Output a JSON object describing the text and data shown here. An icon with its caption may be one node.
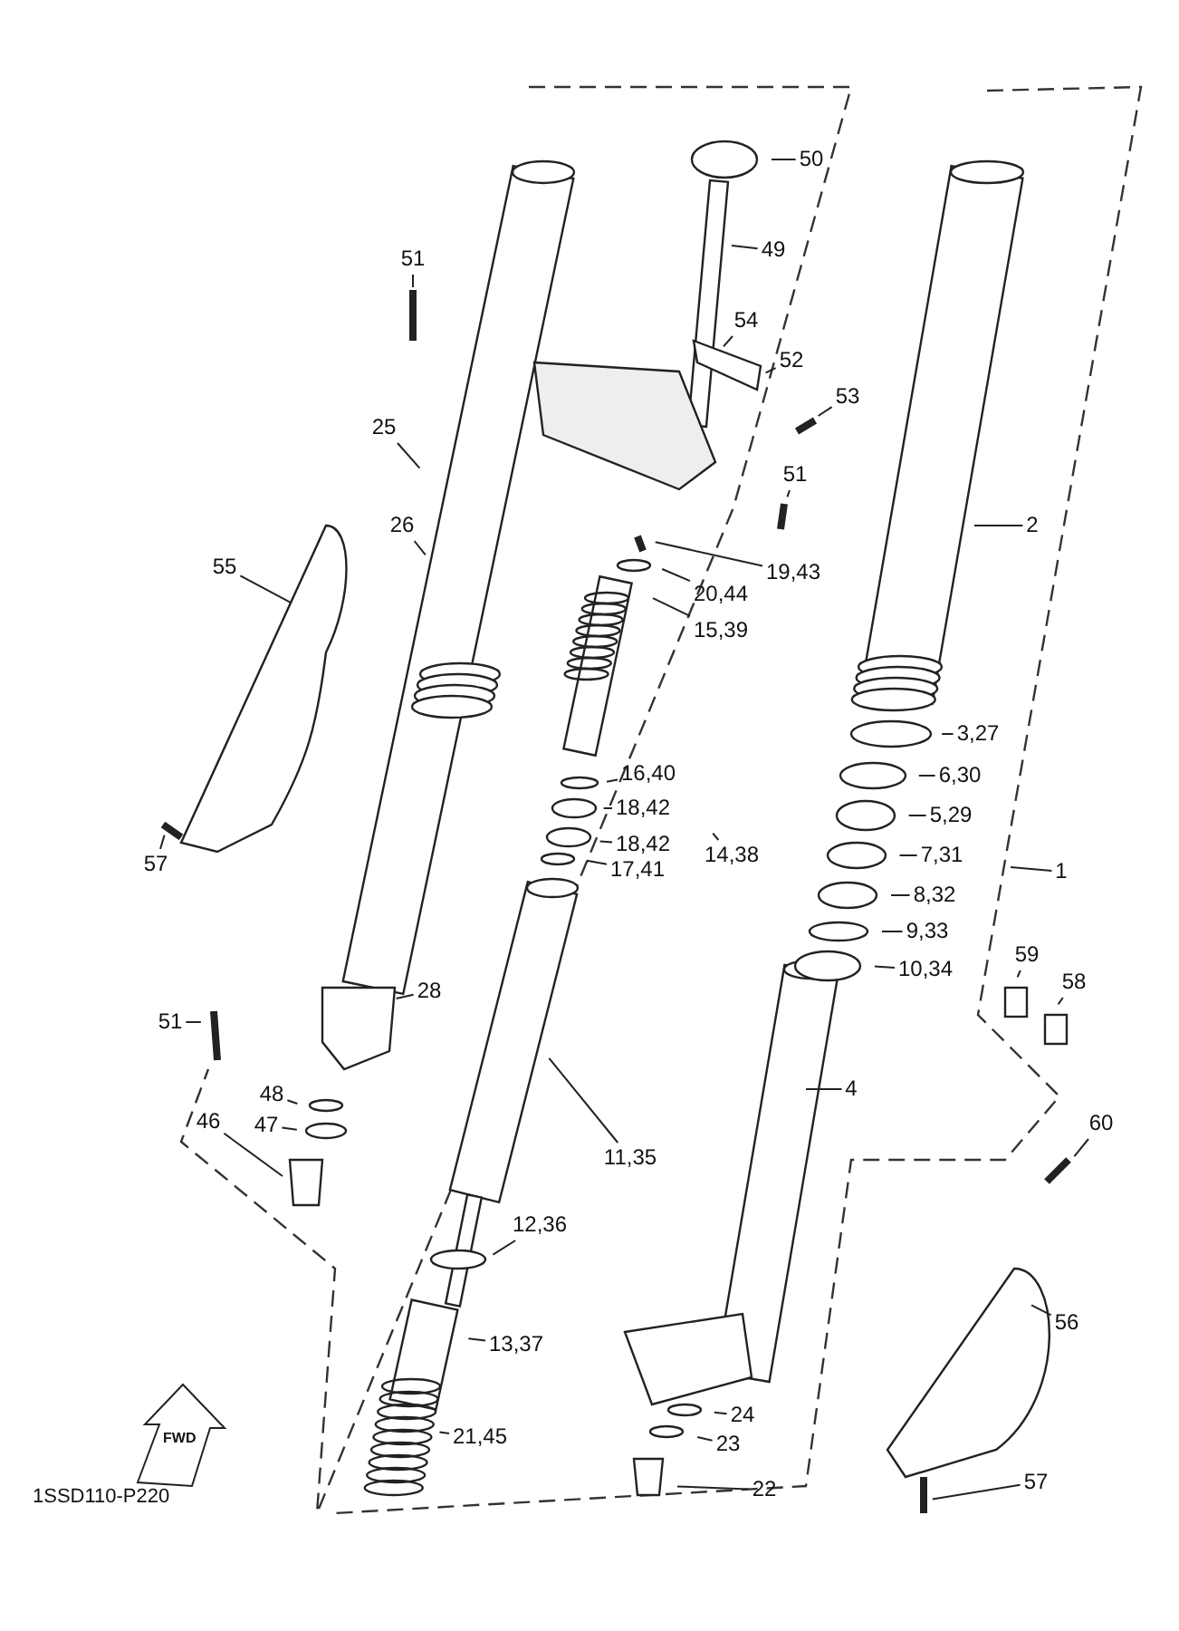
{
  "diagram": {
    "nodes": [
      {
        "text": [
          "50"
        ]
      },
      {
        "text": [
          "49"
        ]
      },
      {
        "text": [
          "51"
        ]
      },
      {
        "text": [
          "54"
        ]
      },
      {
        "text": [
          "52"
        ]
      },
      {
        "text": [
          "53"
        ]
      },
      {
        "text": [
          "25"
        ]
      },
      {
        "text": [
          "51"
        ]
      },
      {
        "text": [
          "26"
        ]
      },
      {
        "text": [
          "2"
        ]
      },
      {
        "text": [
          "55"
        ]
      },
      {
        "text": [
          "19,43"
        ]
      },
      {
        "text": [
          "20,44"
        ]
      },
      {
        "text": [
          "15,39"
        ]
      },
      {
        "text": [
          "3,27"
        ]
      },
      {
        "text": [
          "16,40"
        ]
      },
      {
        "text": [
          "6,30"
        ]
      },
      {
        "text": [
          "18,42"
        ]
      },
      {
        "text": [
          "18,42"
        ]
      },
      {
        "text": [
          "14,38"
        ]
      },
      {
        "text": [
          "5,29"
        ]
      },
      {
        "text": [
          "17,41"
        ]
      },
      {
        "text": [
          "7,31"
        ]
      },
      {
        "text": [
          "1"
        ]
      },
      {
        "text": [
          "8,32"
        ]
      },
      {
        "text": [
          "57"
        ]
      },
      {
        "text": [
          "9,33"
        ]
      },
      {
        "text": [
          "10,34"
        ]
      },
      {
        "text": [
          "59"
        ]
      },
      {
        "text": [
          "58"
        ]
      },
      {
        "text": [
          "28"
        ]
      },
      {
        "text": [
          "51"
        ]
      },
      {
        "text": [
          "48"
        ]
      },
      {
        "text": [
          "46"
        ]
      },
      {
        "text": [
          "47"
        ]
      },
      {
        "text": [
          "4"
        ]
      },
      {
        "text": [
          "11,35"
        ]
      },
      {
        "text": [
          "60"
        ]
      },
      {
        "text": [
          "12,36"
        ]
      },
      {
        "text": [
          "56"
        ]
      },
      {
        "text": [
          "13,37"
        ]
      },
      {
        "text": [
          "24"
        ]
      },
      {
        "text": [
          "21,45"
        ]
      },
      {
        "text": [
          "23"
        ]
      },
      {
        "text": [
          "22"
        ]
      },
      {
        "text": [
          "57"
        ]
      }
    ],
    "edges": [
      {
        "from": 0,
        "to": null,
        "arrow": "none"
      },
      {
        "from": 1,
        "to": null,
        "arrow": "none"
      },
      {
        "from": 2,
        "to": null,
        "arrow": "none"
      },
      {
        "from": 3,
        "to": null,
        "arrow": "none"
      },
      {
        "from": 4,
        "to": null,
        "arrow": "none"
      },
      {
        "from": 5,
        "to": null,
        "arrow": "none"
      },
      {
        "from": 6,
        "to": null,
        "arrow": "none"
      },
      {
        "from": 7,
        "to": null,
        "arrow": "none"
      },
      {
        "from": 8,
        "to": null,
        "arrow": "none"
      },
      {
        "from": 9,
        "to": null,
        "arrow": "none"
      },
      {
        "from": 10,
        "to": null,
        "arrow": "none"
      },
      {
        "from": 11,
        "to": null,
        "arrow": "none"
      },
      {
        "from": 12,
        "to": null,
        "arrow": "none"
      },
      {
        "from": 13,
        "to": null,
        "arrow": "none"
      },
      {
        "from": 14,
        "to": null,
        "arrow": "none"
      },
      {
        "from": 15,
        "to": null,
        "arrow": "none"
      },
      {
        "from": 16,
        "to": null,
        "arrow": "none"
      },
      {
        "from": 17,
        "to": null,
        "arrow": "none"
      },
      {
        "from": 18,
        "to": null,
        "arrow": "none"
      },
      {
        "from": 19,
        "to": null,
        "arrow": "none"
      },
      {
        "from": 20,
        "to": null,
        "arrow": "none"
      },
      {
        "from": 21,
        "to": null,
        "arrow": "none"
      },
      {
        "from": 22,
        "to": null,
        "arrow": "none"
      },
      {
        "from": 23,
        "to": null,
        "arrow": "none"
      },
      {
        "from": 24,
        "to": null,
        "arrow": "none"
      },
      {
        "from": 25,
        "to": null,
        "arrow": "none"
      },
      {
        "from": 26,
        "to": null,
        "arrow": "none"
      },
      {
        "from": 27,
        "to": null,
        "arrow": "none"
      },
      {
        "from": 28,
        "to": null,
        "arrow": "none"
      },
      {
        "from": 29,
        "to": null,
        "arrow": "none"
      },
      {
        "from": 30,
        "to": null,
        "arrow": "none"
      },
      {
        "from": 31,
        "to": null,
        "arrow": "none"
      },
      {
        "from": 32,
        "to": null,
        "arrow": "none"
      },
      {
        "from": 33,
        "to": null,
        "arrow": "none"
      },
      {
        "from": 34,
        "to": null,
        "arrow": "none"
      },
      {
        "from": 35,
        "to": null,
        "arrow": "none"
      },
      {
        "from": 36,
        "to": null,
        "arrow": "none"
      },
      {
        "from": 37,
        "to": null,
        "arrow": "none"
      },
      {
        "from": 38,
        "to": null,
        "arrow": "none"
      },
      {
        "from": 39,
        "to": null,
        "arrow": "none"
      },
      {
        "from": 40,
        "to": null,
        "arrow": "none"
      },
      {
        "from": 41,
        "to": null,
        "arrow": "none"
      },
      {
        "from": 42,
        "to": null,
        "arrow": "none"
      },
      {
        "from": 43,
        "to": null,
        "arrow": "none"
      },
      {
        "from": 44,
        "to": null,
        "arrow": "none"
      },
      {
        "from": 45,
        "to": null,
        "arrow": "none"
      }
    ],
    "labels": [
      "FWD",
      "1SSD110-P220"
    ]
  }
}
